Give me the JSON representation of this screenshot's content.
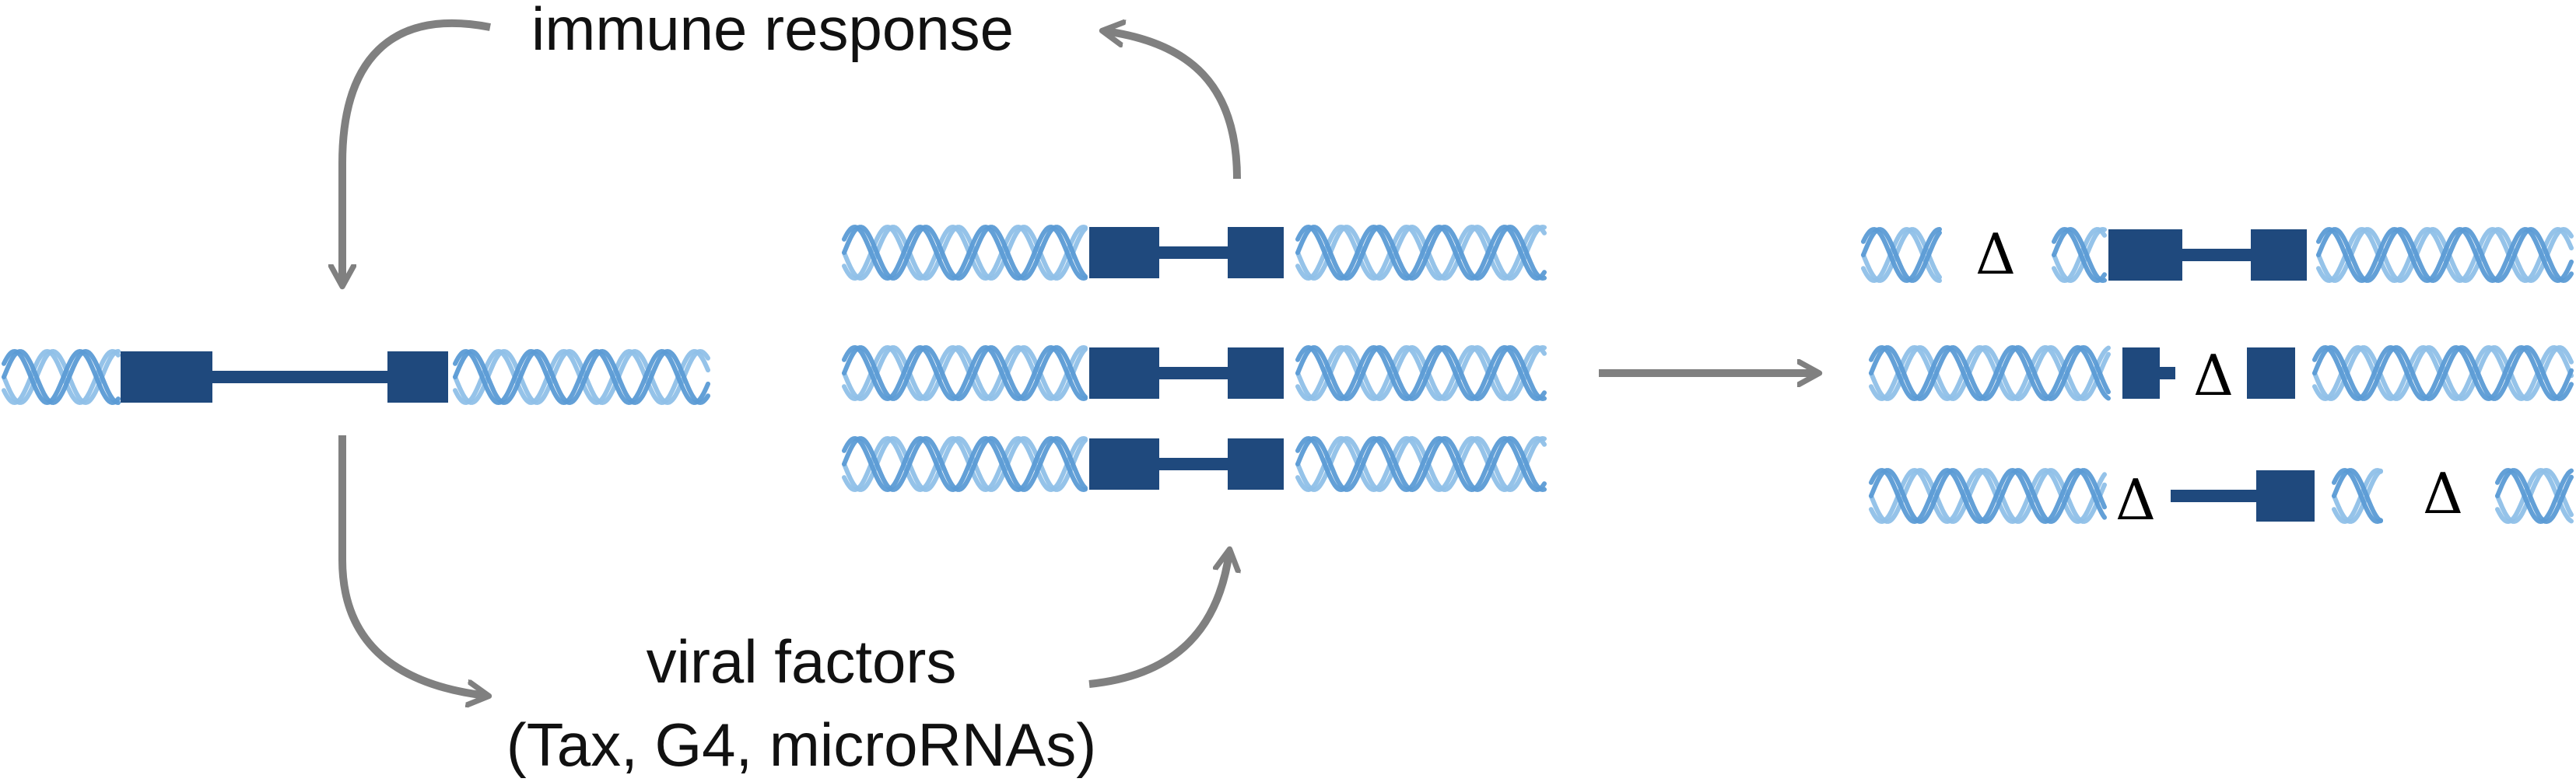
{
  "labels": {
    "immune_response": "immune response",
    "viral_factors": "viral factors",
    "viral_factors_detail": "(Tax, G4, microRNAs)"
  },
  "deletion_symbol": "Δ",
  "colors": {
    "helix_light": "#8fc0e8",
    "helix_mid": "#5b9bd5",
    "provirus": "#1f497d",
    "arrow": "#808080",
    "text": "#111111"
  },
  "icons": {
    "helix": "dna-helix-icon",
    "provirus": "provirus-icon",
    "arrow": "arrow-icon"
  }
}
